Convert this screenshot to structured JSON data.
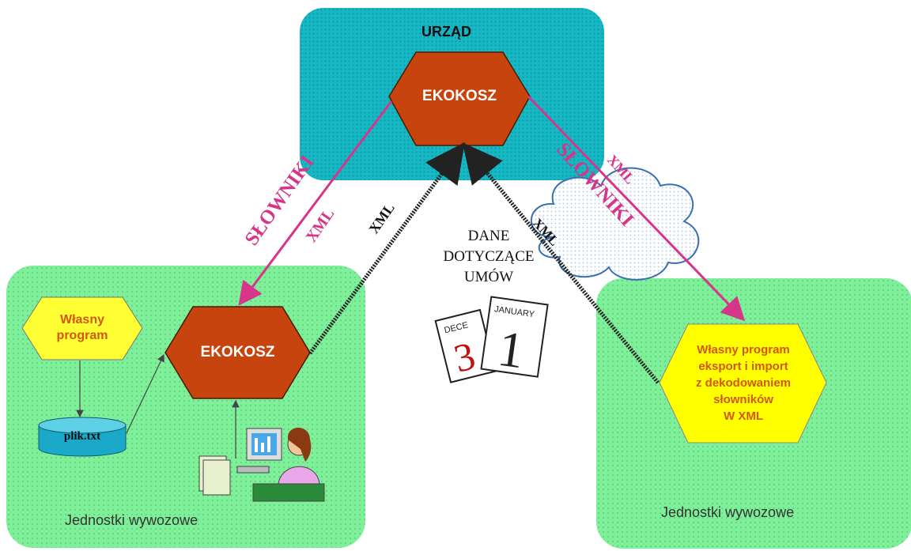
{
  "office": {
    "title": "URZĄD",
    "ekokosz": "EKOKOSZ"
  },
  "left_unit": {
    "own_program": "Własny program",
    "ekokosz": "EKOKOSZ",
    "file": "plik.txt",
    "label": "Jednostki wywozowe"
  },
  "right_unit": {
    "program_lines": [
      "Własny program",
      "eksport i import",
      "z dekodowaniem",
      "słowników",
      "W XML"
    ],
    "label": "Jednostki wywozowe"
  },
  "edges": {
    "left_dict": "SŁOWNIKI",
    "left_dict_xml": "XML",
    "left_data_xml": "XML",
    "right_dict": "SŁOWNIKI",
    "right_dict_xml": "XML",
    "right_data_xml": "XML"
  },
  "center_text": [
    "DANE",
    "DOTYCZĄCE",
    "UMÓW"
  ],
  "calendar": {
    "left_month": "DECE",
    "left_day": "3",
    "right_month": "JANUARY",
    "right_day": "1"
  },
  "colors": {
    "green": "#7ef09a",
    "teal": "#16b8c4",
    "hex_orange": "#c8440f",
    "hex_yellow": "#ffff00",
    "pink": "#d6358a"
  }
}
